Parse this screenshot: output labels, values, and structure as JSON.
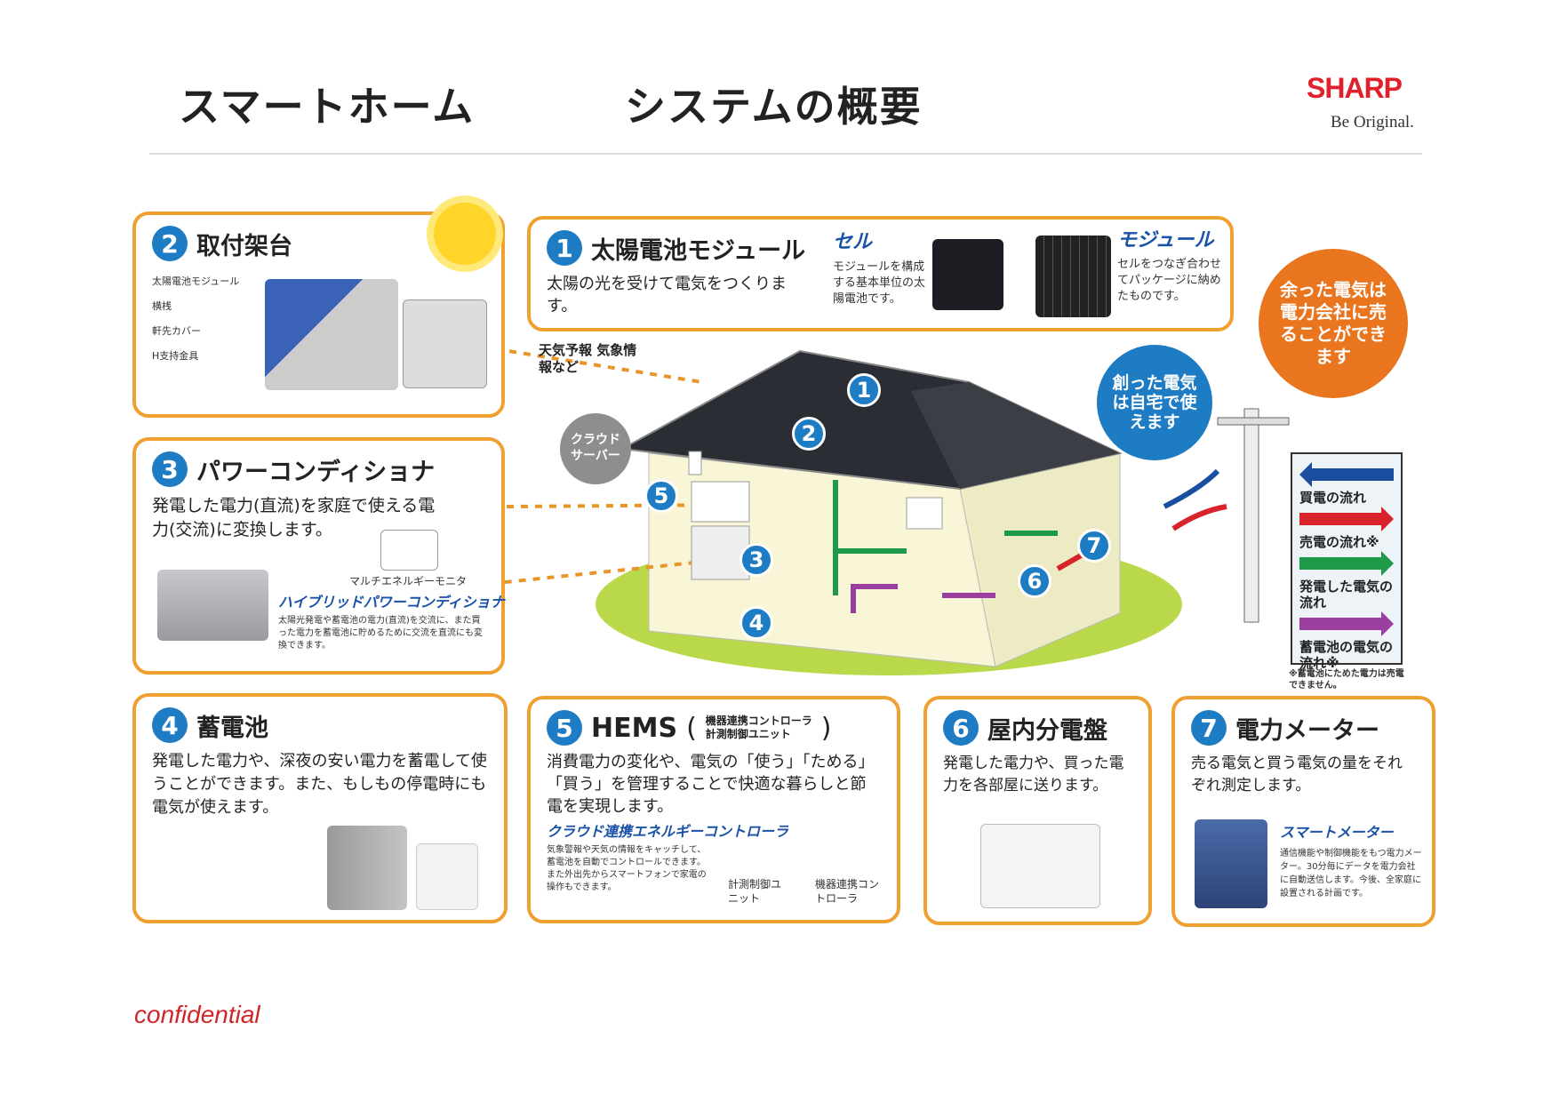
{
  "header": {
    "title_left": "スマートホーム",
    "title_right": "システムの概要",
    "logo": "SHARP",
    "tagline": "Be Original."
  },
  "box1": {
    "num": "1",
    "title": "太陽電池モジュール",
    "desc": "太陽の光を受けて電気をつくります。",
    "cell_title": "セル",
    "cell_desc": "モジュールを構成する基本単位の太陽電池です。",
    "module_title": "モジュール",
    "module_desc": "セルをつなぎ合わせてパッケージに納めたものです。"
  },
  "box2": {
    "num": "2",
    "title": "取付架台",
    "labels": [
      "太陽電池モジュール",
      "横桟",
      "軒先カバー",
      "H支持金具"
    ]
  },
  "box3": {
    "num": "3",
    "title": "パワーコンディショナ",
    "desc": "発電した電力(直流)を家庭で使える電力(交流)に変換します。",
    "monitor": "マルチエネルギーモニタ",
    "sub_title": "ハイブリッドパワーコンディショナ",
    "sub_desc": "太陽光発電や蓄電池の電力(直流)を交流に、また買った電力を蓄電池に貯めるために交流を直流にも変換できます。"
  },
  "box4": {
    "num": "4",
    "title": "蓄電池",
    "desc": "発電した電力や、深夜の安い電力を蓄電して使うことができます。また、もしもの停電時にも電気が使えます。"
  },
  "box5": {
    "num": "5",
    "title": "HEMS",
    "paren_line1": "機器連携コントローラ",
    "paren_line2": "計測制御ユニット",
    "desc": "消費電力の変化や、電気の「使う」「ためる」「買う」を管理することで快適な暮らしと節電を実現します。",
    "sub_title": "クラウド連携エネルギーコントローラ",
    "sub_desc": "気象警報や天気の情報をキャッチして、蓄電池を自動でコントロールできます。また外出先からスマートフォンで家電の操作もできます。",
    "unit_label": "計測制御ユニット",
    "controller_label": "機器連携コントローラ"
  },
  "box6": {
    "num": "6",
    "title": "屋内分電盤",
    "desc": "発電した電力や、買った電力を各部屋に送ります。"
  },
  "box7": {
    "num": "7",
    "title": "電力メーター",
    "desc": "売る電気と買う電気の量をそれぞれ測定します。",
    "sub_title": "スマートメーター",
    "sub_desc": "通信機能や制御機能をもつ電力メーター。30分毎にデータを電力会社に自動送信します。今後、全家庭に設置される計画です。"
  },
  "diagram": {
    "weather": "天気予報 気象情報など",
    "cloud": "クラウド サーバー",
    "self_use": "創った電気は自宅で使えます",
    "sell": "余った電気は電力会社に売ることができます",
    "house_numbers": [
      "1",
      "2",
      "3",
      "4",
      "5",
      "6",
      "7"
    ]
  },
  "legend": {
    "items": [
      {
        "label": "買電の流れ",
        "color": "#1a4fa0"
      },
      {
        "label": "売電の流れ※",
        "color": "#d9232b"
      },
      {
        "label": "発電した電気の流れ",
        "color": "#1f9a4a"
      },
      {
        "label": "蓄電池の電気の流れ※",
        "color": "#9a3fa0"
      }
    ],
    "note": "※蓄電池にためた電力は売電できません。"
  },
  "footer": {
    "confidential": "confidential"
  }
}
